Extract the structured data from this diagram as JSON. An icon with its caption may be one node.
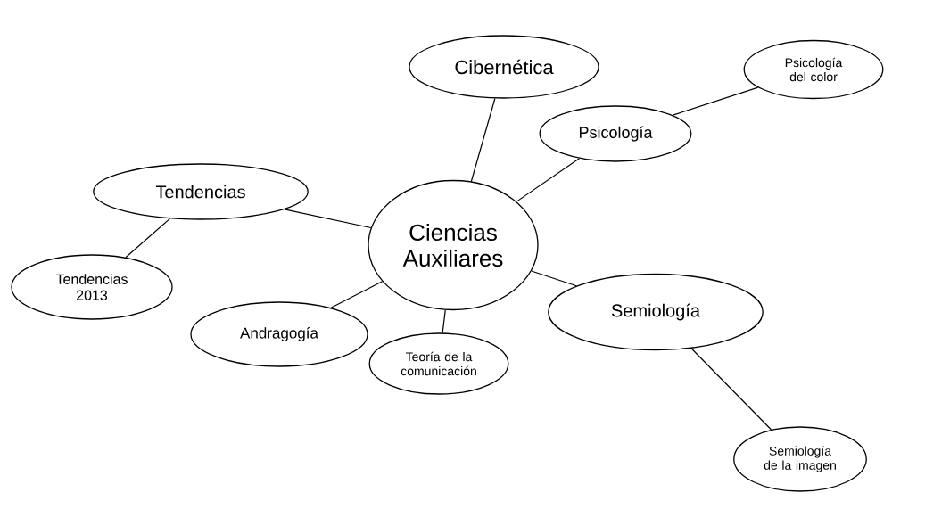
{
  "diagram": {
    "nodes": [
      {
        "text": [
          "Ciencias Auxiliares"
        ]
      },
      {
        "text": [
          "Cibernética"
        ]
      },
      {
        "text": [
          "Psicología"
        ]
      },
      {
        "text": [
          "Psicología del color"
        ]
      },
      {
        "text": [
          "Tendencias"
        ]
      },
      {
        "text": [
          "Tendencias 2013"
        ]
      },
      {
        "text": [
          "Andragogía"
        ]
      },
      {
        "text": [
          "Teoría de la comunicación"
        ]
      },
      {
        "text": [
          "Semiología"
        ]
      },
      {
        "text": [
          "Semiología de la imagen"
        ]
      }
    ],
    "edges": [
      {
        "from": 0,
        "to": 1,
        "arrow": "none"
      },
      {
        "from": 0,
        "to": 2,
        "arrow": "none"
      },
      {
        "from": 2,
        "to": 3,
        "arrow": "none"
      },
      {
        "from": 0,
        "to": 4,
        "arrow": "none"
      },
      {
        "from": 4,
        "to": 5,
        "arrow": "none"
      },
      {
        "from": 0,
        "to": 6,
        "arrow": "none"
      },
      {
        "from": 0,
        "to": 7,
        "arrow": "none"
      },
      {
        "from": 0,
        "to": 8,
        "arrow": "none"
      },
      {
        "from": 8,
        "to": 9,
        "arrow": "none"
      }
    ]
  }
}
